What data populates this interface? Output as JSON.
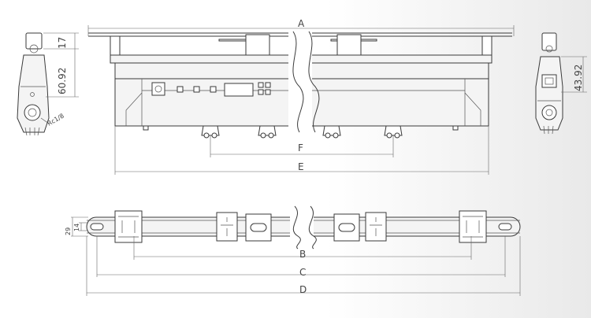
{
  "dimensions": {
    "a": "A",
    "b": "B",
    "c": "C",
    "d": "D",
    "e": "E",
    "f": "F"
  },
  "left_view": {
    "height_total": "60.92",
    "height_top": "17",
    "radius_note": "Rc1/8"
  },
  "right_view": {
    "height": "43.92"
  },
  "top_view": {
    "width_outer": "29",
    "width_inner": "14"
  }
}
